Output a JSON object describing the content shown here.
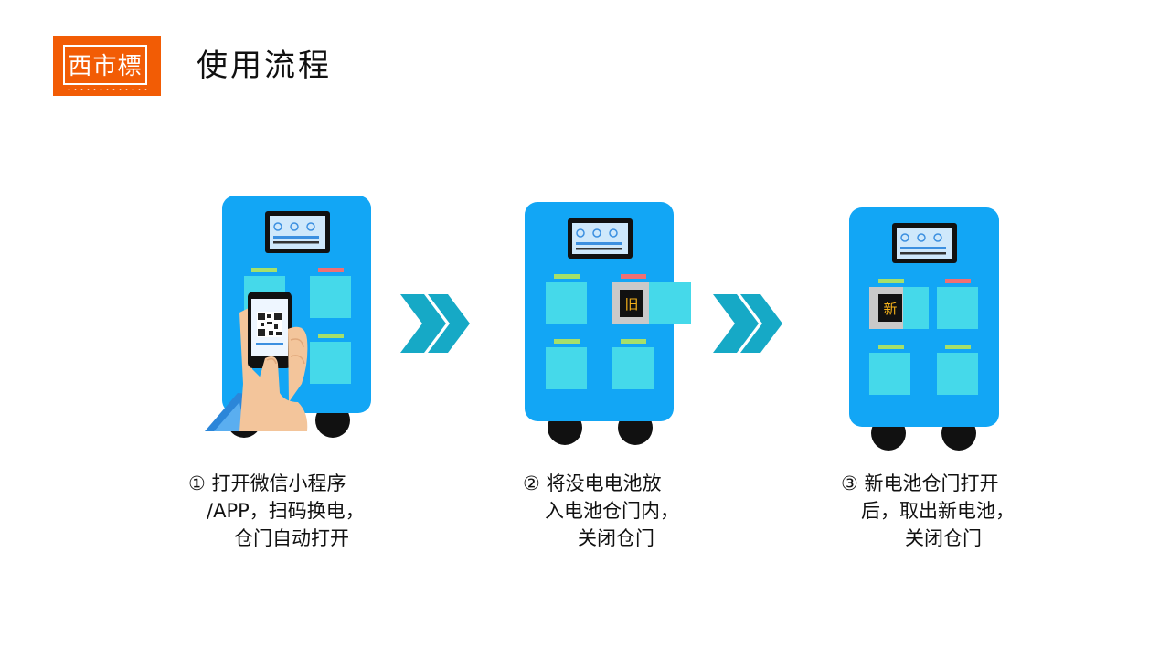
{
  "slide": {
    "title": "使用流程",
    "logo_text": "西市標"
  },
  "colors": {
    "brand_orange": "#f25c05",
    "cabinet_blue": "#12a6f5",
    "compartment_cyan": "#45d9ea",
    "arrow_teal": "#16a9c6",
    "indicator_green": "#a6e06a",
    "indicator_red": "#f06f73"
  },
  "icons": [
    "chevron-double-right-icon",
    "qr-code-icon",
    "smartphone-icon"
  ],
  "battery_labels": {
    "old": "旧",
    "new": "新"
  },
  "steps": [
    {
      "lines": [
        "① 打开微信小程序",
        "/APP，扫码换电，",
        "仓门自动打开"
      ]
    },
    {
      "lines": [
        "② 将没电电池放",
        "入电池仓门内，",
        "关闭仓门"
      ]
    },
    {
      "lines": [
        "③ 新电池仓门打开",
        "后，取出新电池，",
        "关闭仓门"
      ]
    }
  ]
}
